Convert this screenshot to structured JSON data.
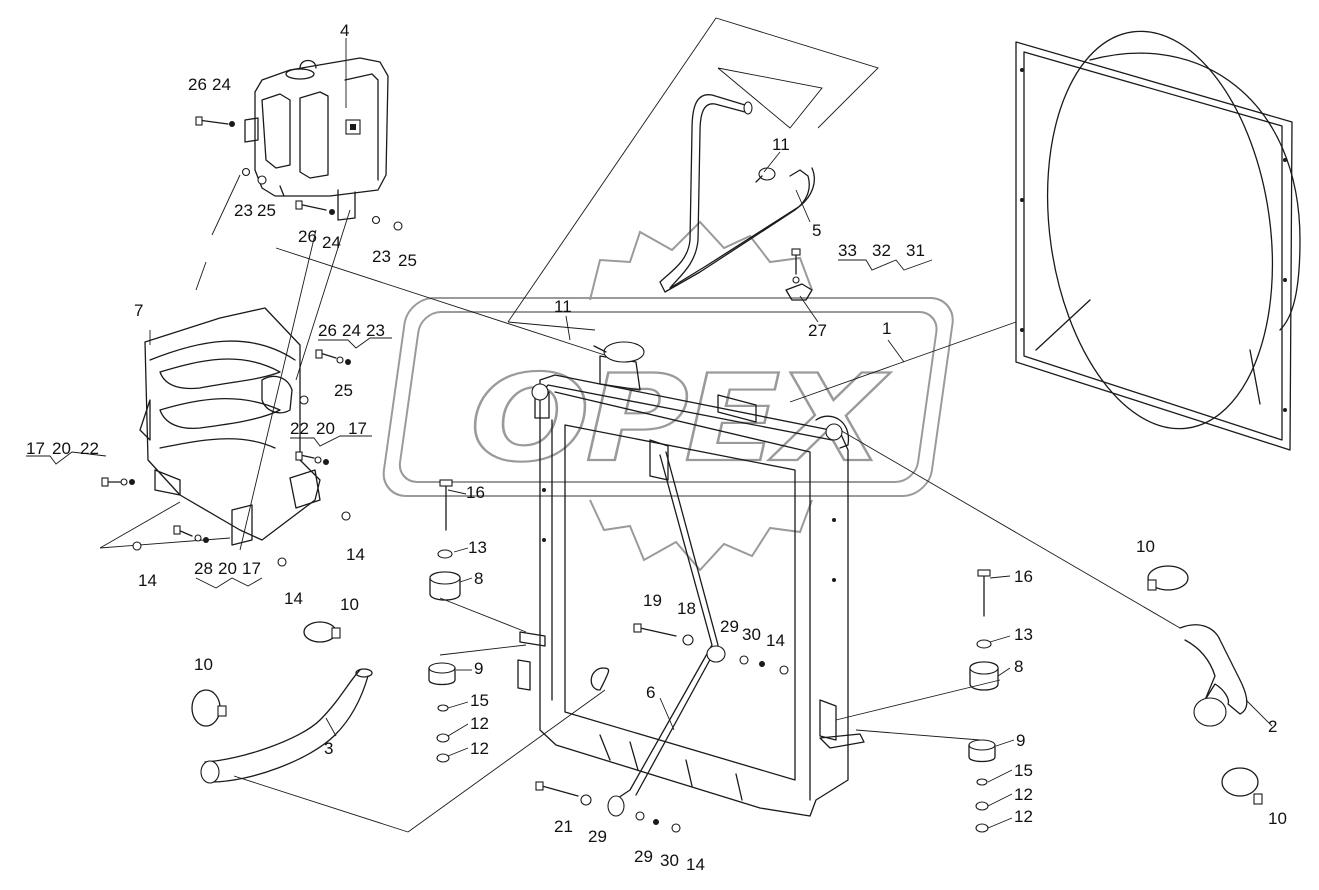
{
  "watermark": {
    "text": "OPEX"
  },
  "callouts": [
    {
      "id": "c4",
      "text": "4"
    },
    {
      "id": "c26a",
      "text": "26"
    },
    {
      "id": "c24a",
      "text": "24"
    },
    {
      "id": "c23a",
      "text": "23"
    },
    {
      "id": "c25a",
      "text": "25"
    },
    {
      "id": "c26b",
      "text": "26"
    },
    {
      "id": "c24b",
      "text": "24"
    },
    {
      "id": "c23b",
      "text": "23"
    },
    {
      "id": "c25b",
      "text": "25"
    },
    {
      "id": "c11a",
      "text": "11"
    },
    {
      "id": "c5",
      "text": "5"
    },
    {
      "id": "c33",
      "text": "33"
    },
    {
      "id": "c32",
      "text": "32"
    },
    {
      "id": "c31",
      "text": "31"
    },
    {
      "id": "c27",
      "text": "27"
    },
    {
      "id": "c11b",
      "text": "11"
    },
    {
      "id": "c1",
      "text": "1"
    },
    {
      "id": "c7",
      "text": "7"
    },
    {
      "id": "c26c",
      "text": "26"
    },
    {
      "id": "c24c",
      "text": "24"
    },
    {
      "id": "c23c",
      "text": "23"
    },
    {
      "id": "c25c",
      "text": "25"
    },
    {
      "id": "c22a",
      "text": "22"
    },
    {
      "id": "c20a",
      "text": "20"
    },
    {
      "id": "c17a",
      "text": "17"
    },
    {
      "id": "c17b",
      "text": "17"
    },
    {
      "id": "c20b",
      "text": "20"
    },
    {
      "id": "c22b",
      "text": "22"
    },
    {
      "id": "c14a",
      "text": "14"
    },
    {
      "id": "c14b",
      "text": "14"
    },
    {
      "id": "c28",
      "text": "28"
    },
    {
      "id": "c20c",
      "text": "20"
    },
    {
      "id": "c17c",
      "text": "17"
    },
    {
      "id": "c14c",
      "text": "14"
    },
    {
      "id": "c16a",
      "text": "16"
    },
    {
      "id": "c13a",
      "text": "13"
    },
    {
      "id": "c8a",
      "text": "8"
    },
    {
      "id": "c10a",
      "text": "10"
    },
    {
      "id": "c10b",
      "text": "10"
    },
    {
      "id": "c3",
      "text": "3"
    },
    {
      "id": "c9a",
      "text": "9"
    },
    {
      "id": "c15a",
      "text": "15"
    },
    {
      "id": "c12a",
      "text": "12"
    },
    {
      "id": "c12b",
      "text": "12"
    },
    {
      "id": "c19",
      "text": "19"
    },
    {
      "id": "c18",
      "text": "18"
    },
    {
      "id": "c29a",
      "text": "29"
    },
    {
      "id": "c30a",
      "text": "30"
    },
    {
      "id": "c14d",
      "text": "14"
    },
    {
      "id": "c6",
      "text": "6"
    },
    {
      "id": "c21",
      "text": "21"
    },
    {
      "id": "c29b",
      "text": "29"
    },
    {
      "id": "c29c",
      "text": "29"
    },
    {
      "id": "c30b",
      "text": "30"
    },
    {
      "id": "c14e",
      "text": "14"
    },
    {
      "id": "c16b",
      "text": "16"
    },
    {
      "id": "c13b",
      "text": "13"
    },
    {
      "id": "c8b",
      "text": "8"
    },
    {
      "id": "c9b",
      "text": "9"
    },
    {
      "id": "c15b",
      "text": "15"
    },
    {
      "id": "c12c",
      "text": "12"
    },
    {
      "id": "c12d",
      "text": "12"
    },
    {
      "id": "c10c",
      "text": "10"
    },
    {
      "id": "c2",
      "text": "2"
    },
    {
      "id": "c10d",
      "text": "10"
    }
  ]
}
